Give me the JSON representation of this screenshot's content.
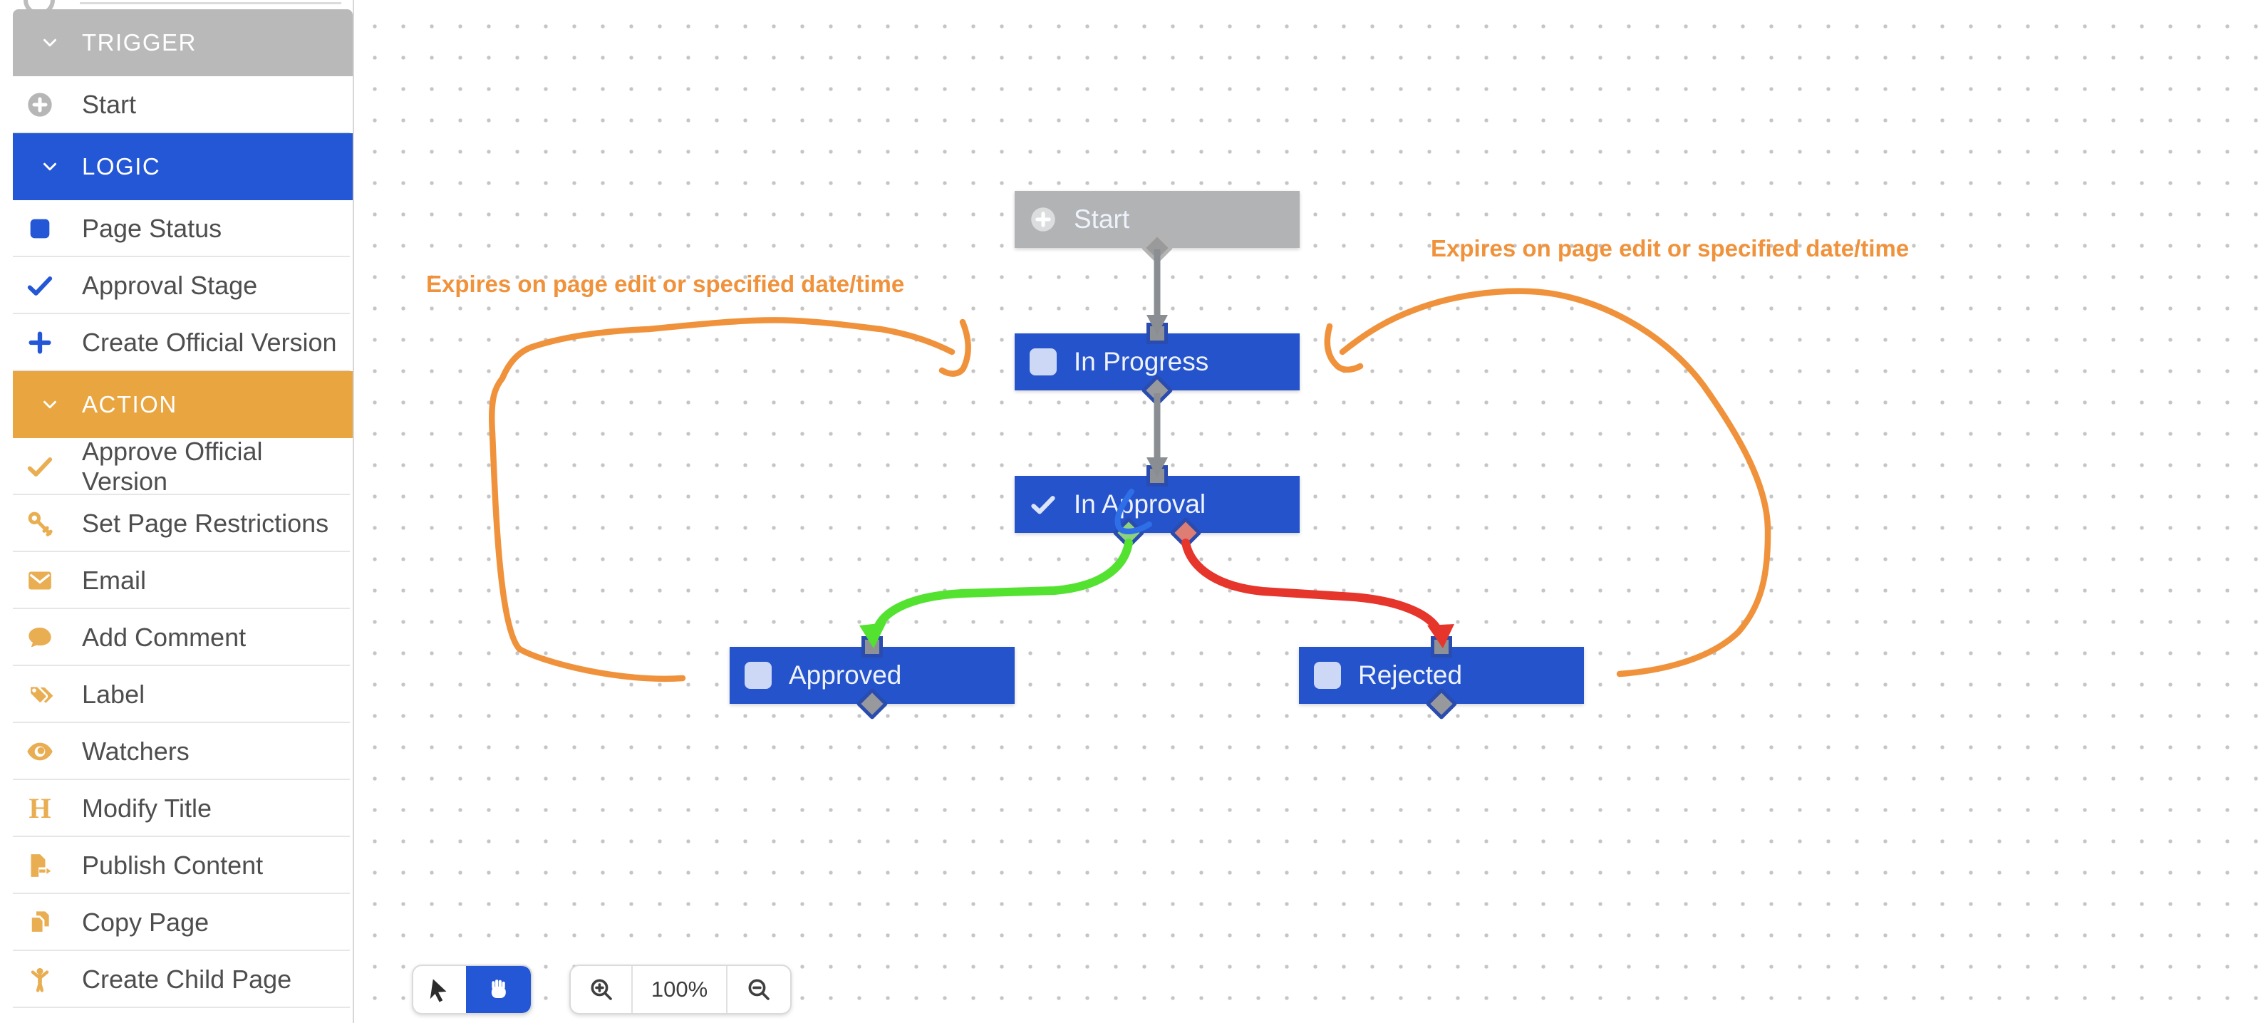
{
  "colors": {
    "accent_blue": "#2453cc",
    "accent_amber": "#e9a53f",
    "header_gray": "#b9b9b9",
    "annotation_orange": "#f0923b",
    "edge_green": "#54e231",
    "edge_red": "#e6352b",
    "edge_gray": "#8a8e92"
  },
  "sidebar": {
    "sections": [
      {
        "label": "TRIGGER",
        "items": [
          {
            "label": "Start",
            "icon": "plus-circle"
          }
        ]
      },
      {
        "label": "LOGIC",
        "items": [
          {
            "label": "Page Status",
            "icon": "square"
          },
          {
            "label": "Approval Stage",
            "icon": "check"
          },
          {
            "label": "Create Official Version",
            "icon": "plus"
          }
        ]
      },
      {
        "label": "ACTION",
        "items": [
          {
            "label": "Approve Official Version",
            "icon": "check"
          },
          {
            "label": "Set Page Restrictions",
            "icon": "key"
          },
          {
            "label": "Email",
            "icon": "envelope"
          },
          {
            "label": "Add Comment",
            "icon": "comment"
          },
          {
            "label": "Label",
            "icon": "tags"
          },
          {
            "label": "Watchers",
            "icon": "eye"
          },
          {
            "label": "Modify Title",
            "icon": "heading",
            "glyph": "H"
          },
          {
            "label": "Publish Content",
            "icon": "publish"
          },
          {
            "label": "Copy Page",
            "icon": "copy"
          },
          {
            "label": "Create Child Page",
            "icon": "child"
          }
        ]
      }
    ]
  },
  "canvas": {
    "nodes": {
      "start": {
        "label": "Start",
        "type": "trigger"
      },
      "in_progress": {
        "label": "In Progress",
        "type": "page-status"
      },
      "in_approval": {
        "label": "In Approval",
        "type": "approval-stage"
      },
      "approved": {
        "label": "Approved",
        "type": "page-status"
      },
      "rejected": {
        "label": "Rejected",
        "type": "page-status"
      }
    },
    "edges": [
      {
        "from": "start",
        "to": "in_progress",
        "color": "gray"
      },
      {
        "from": "in_progress",
        "to": "in_approval",
        "color": "gray"
      },
      {
        "from": "in_approval",
        "to": "approved",
        "color": "green"
      },
      {
        "from": "in_approval",
        "to": "rejected",
        "color": "red"
      }
    ],
    "annotations": {
      "left": "Expires on page edit or specified date/time",
      "right": "Expires on page edit or specified date/time"
    }
  },
  "toolbar": {
    "zoom_value": "100%",
    "active_tool": "pan-hand"
  }
}
